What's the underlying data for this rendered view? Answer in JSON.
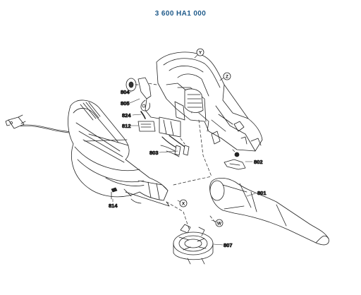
{
  "document": {
    "part_number": "3 600 HA1 000"
  },
  "callouts": {
    "c801": "801",
    "c802": "802",
    "c803": "803",
    "c804": "804",
    "c805": "805",
    "c807": "807",
    "c812": "812",
    "c814": "814",
    "c824": "824"
  },
  "letters": {
    "W": "W",
    "X": "X",
    "Y": "Y",
    "Z": "Z"
  }
}
